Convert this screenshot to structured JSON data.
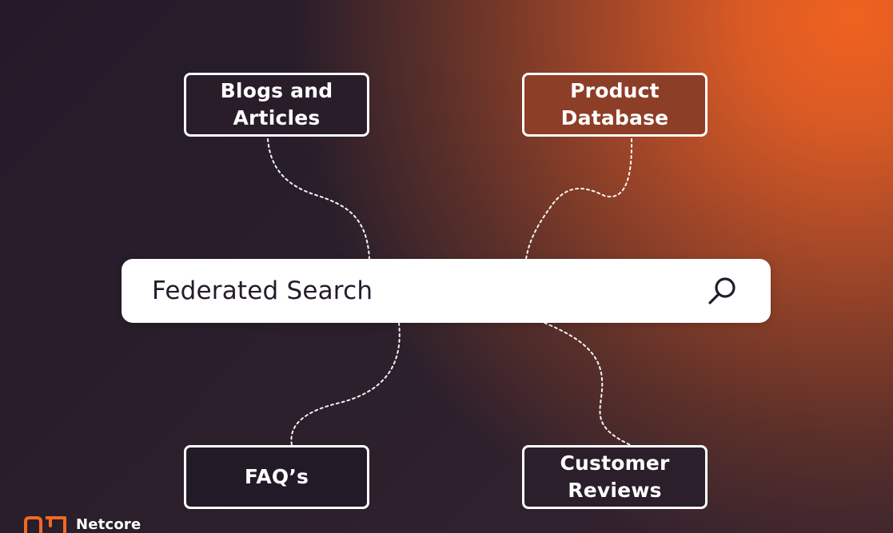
{
  "diagram": {
    "search_bar": {
      "label": "Federated Search",
      "icon": "search-icon"
    },
    "sources": [
      {
        "label": "Blogs and\nArticles",
        "position": "top-left"
      },
      {
        "label": "Product\nDatabase",
        "position": "top-right"
      },
      {
        "label": "FAQ’s",
        "position": "bottom-left"
      },
      {
        "label": "Customer\nReviews",
        "position": "bottom-right"
      }
    ],
    "connector_style": "dashed"
  },
  "brand": {
    "name": "Netcore",
    "accent_color": "#f06a20"
  },
  "colors": {
    "background_dark": "#241a29",
    "background_accent": "#f0621f",
    "box_border": "#ffffff",
    "search_bar": "#ffffff",
    "search_text": "#241b2b"
  }
}
